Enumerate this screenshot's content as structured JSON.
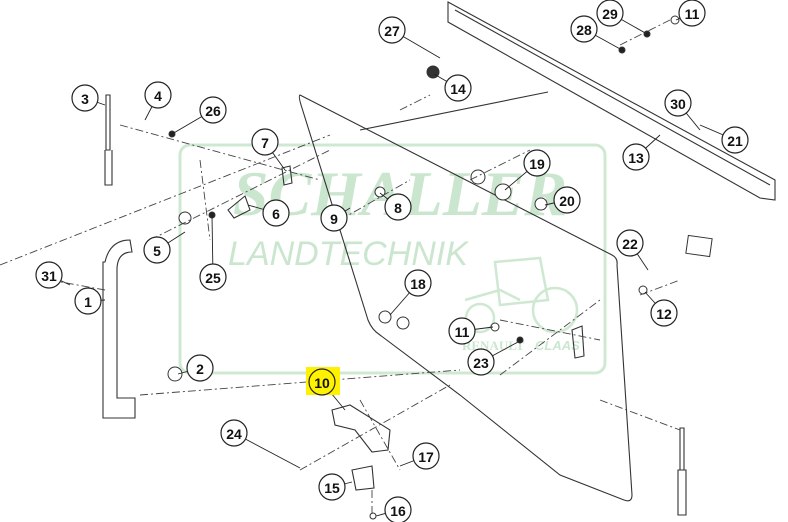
{
  "watermark": {
    "brand": "SCHALLER",
    "subtitle": "LANDTECHNIK",
    "tagline_left": "RENAULT",
    "tagline_right": "CLAAS"
  },
  "highlight_color": "#fff200",
  "callouts": [
    "27",
    "29",
    "11",
    "28",
    "14",
    "3",
    "4",
    "26",
    "7",
    "30",
    "21",
    "13",
    "19",
    "20",
    "6",
    "9",
    "8",
    "5",
    "25",
    "31",
    "22",
    "18",
    "1",
    "12",
    "11",
    "23",
    "2",
    "10",
    "24",
    "17",
    "15",
    "16"
  ],
  "highlighted_callout": "10"
}
